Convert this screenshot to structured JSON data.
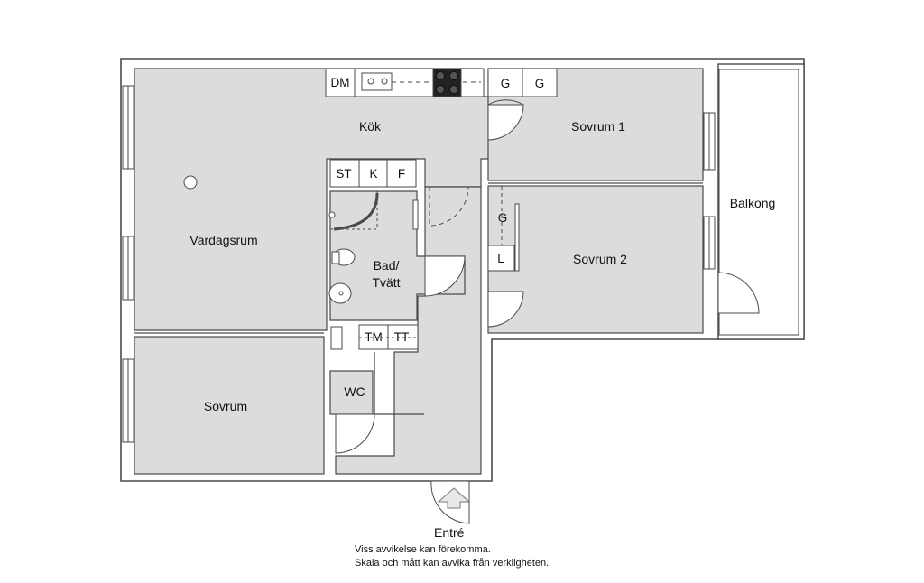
{
  "rooms": {
    "kok": "Kök",
    "vardagsrum": "Vardagsrum",
    "sovrum1": "Sovrum 1",
    "sovrum2": "Sovrum 2",
    "balkong": "Balkong",
    "bad_line1": "Bad/",
    "bad_line2": "Tvätt",
    "sovrum": "Sovrum",
    "wc": "WC"
  },
  "fixtures": {
    "dm": "DM",
    "g_a": "G",
    "g_b": "G",
    "st": "ST",
    "k": "K",
    "f": "F",
    "g_closet": "G",
    "l_closet": "L",
    "tm": "TM",
    "tt": "TT"
  },
  "entrance": "Entré",
  "disclaimer": {
    "line1": "Viss avvikelse kan förekomma.",
    "line2": "Skala och mått kan avvika från verkligheten."
  },
  "colors": {
    "floor": "#dcdcdc",
    "wall": "#4a4a4a",
    "background": "#ffffff"
  }
}
